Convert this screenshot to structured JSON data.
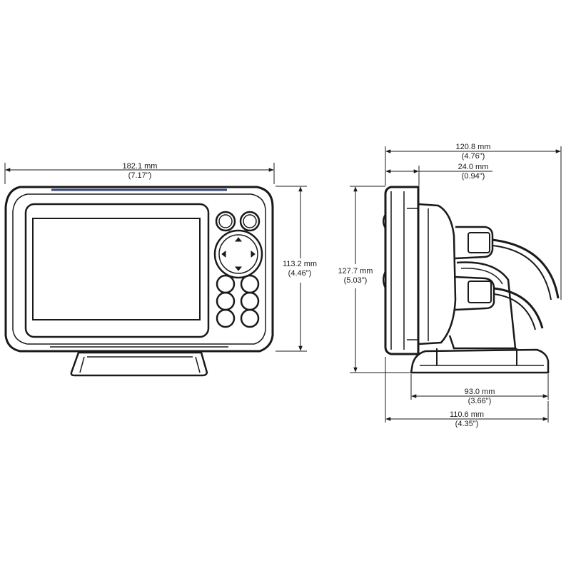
{
  "diagram": {
    "front_view": {
      "width_dimension": {
        "metric": "182.1 mm",
        "imperial": "(7.17\")"
      },
      "height_dimension": {
        "metric": "113.2 mm",
        "imperial": "(4.46\")"
      }
    },
    "side_view": {
      "total_depth_dimension": {
        "metric": "120.8 mm",
        "imperial": "(4.76\")"
      },
      "bezel_depth_dimension": {
        "metric": "24.0 mm",
        "imperial": "(0.94\")"
      },
      "total_height_dimension": {
        "metric": "127.7 mm",
        "imperial": "(5.03\")"
      },
      "mount_base_dimension": {
        "metric": "93.0 mm",
        "imperial": "(3.66\")"
      },
      "mount_depth_dimension": {
        "metric": "110.6 mm",
        "imperial": "(4.35\")"
      }
    },
    "colors": {
      "line": "#1a1a1a",
      "device_fill": "#ffffff",
      "screen_fill": "#ffffff",
      "bezel_accent": "#3a4a7a"
    }
  }
}
